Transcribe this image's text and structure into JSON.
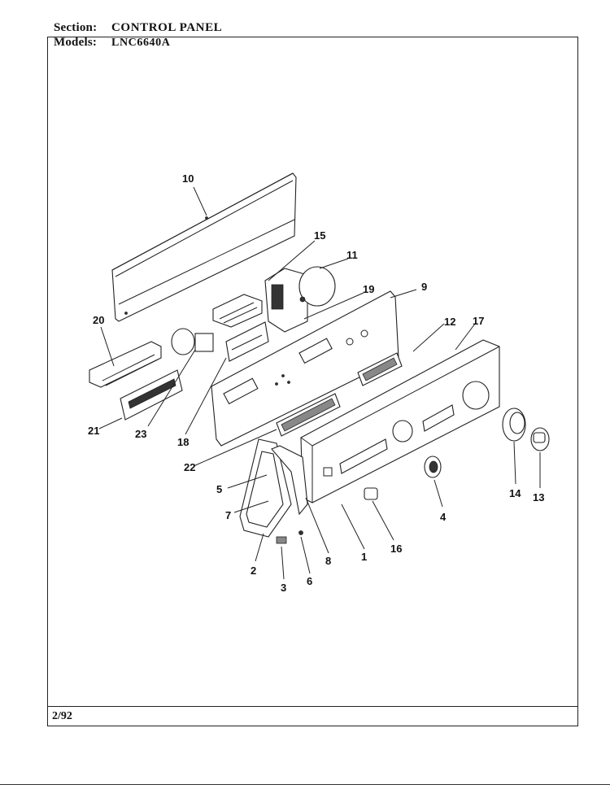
{
  "header": {
    "section_label": "Section:",
    "section_value": "CONTROL PANEL",
    "models_label": "Models:",
    "models_value": "LNC6640A"
  },
  "footer": {
    "date": "2/92"
  },
  "callouts": [
    "10",
    "15",
    "11",
    "19",
    "9",
    "20",
    "12",
    "17",
    "21",
    "23",
    "18",
    "22",
    "5",
    "7",
    "14",
    "13",
    "4",
    "1",
    "16",
    "8",
    "2",
    "3",
    "6"
  ]
}
